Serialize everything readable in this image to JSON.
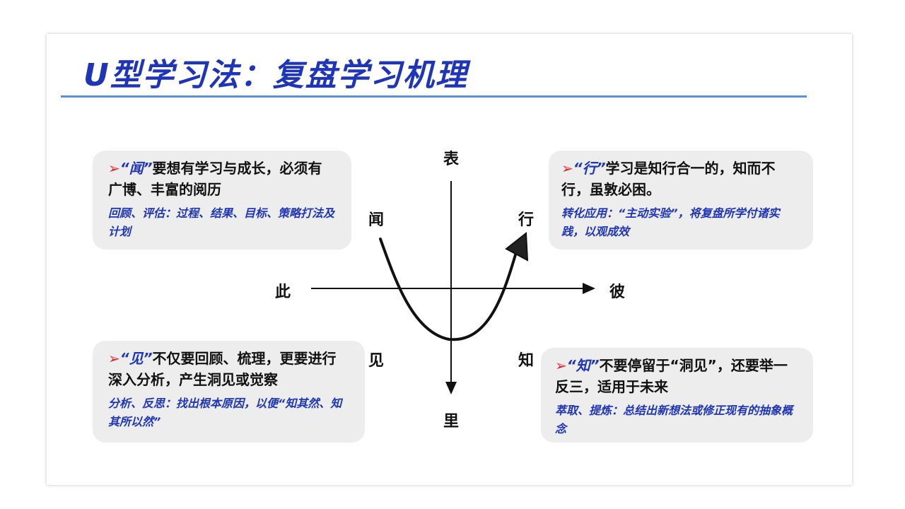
{
  "title": "U型学习法：复盘学习机理",
  "axis": {
    "top": "表",
    "bottom": "里",
    "left": "此",
    "right": "彼",
    "upper_left": "闻",
    "upper_right": "行",
    "lower_left": "见",
    "lower_right": "知"
  },
  "cards": {
    "wen": {
      "mark": "➢",
      "key": "“闻”",
      "head": "要想有学习与成长，必须有广博、丰富的阅历",
      "sub": "回顾、评估：过程、结果、目标、策略打法及计划"
    },
    "xing": {
      "mark": "➢",
      "key": "“行”",
      "head": "学习是知行合一的，知而不行，虽敦必困。",
      "sub": "转化应用：“主动实验”，将复盘所学付诸实践，以观成效"
    },
    "jian": {
      "mark": "➢",
      "key": "“见”",
      "head": "不仅要回顾、梳理，更要进行深入分析，产生洞见或觉察",
      "sub": "分析、反思：找出根本原因，以便“知其然、知其所以然”"
    },
    "zhi": {
      "mark": "➢",
      "key": "“知”",
      "head": "不要停留于“洞见”，还要举一反三，适用于未来",
      "sub": "萃取、提炼：总结出新想法或修正现有的抽象概念"
    }
  },
  "colors": {
    "title": "#1f35b8",
    "rule": "#5b8fd6",
    "card_bg": "#ededed",
    "bullet": "#e3232c"
  }
}
